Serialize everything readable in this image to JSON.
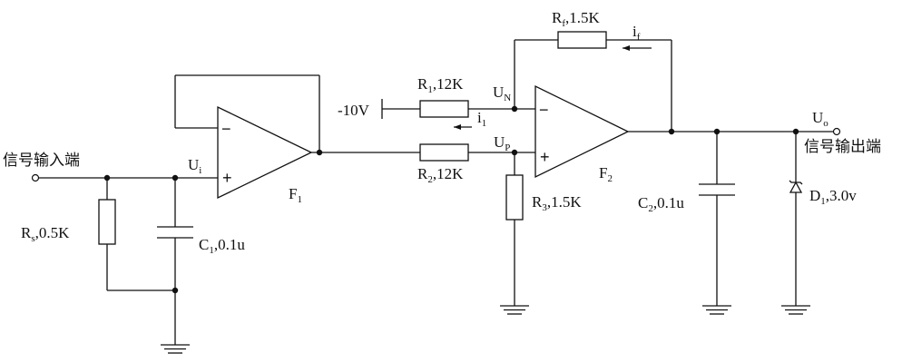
{
  "terminals": {
    "input": "信号输入端",
    "output": "信号输出端"
  },
  "nodes": {
    "ui": {
      "main": "U",
      "sub": "i"
    },
    "un": {
      "main": "U",
      "sub": "N"
    },
    "up": {
      "main": "U",
      "sub": "P"
    },
    "uo": {
      "main": "U",
      "sub": "o"
    }
  },
  "amplifiers": {
    "f1": {
      "main": "F",
      "sub": "1",
      "minus": "−",
      "plus": "+"
    },
    "f2": {
      "main": "F",
      "sub": "2",
      "minus": "−",
      "plus": "+"
    }
  },
  "components": {
    "rs": {
      "main": "R",
      "sub": "s",
      "value": ",0.5K"
    },
    "c1": {
      "main": "C",
      "sub": "1",
      "value": ",0.1u"
    },
    "r1": {
      "main": "R",
      "sub": "1",
      "value": ",12K"
    },
    "r2": {
      "main": "R",
      "sub": "2",
      "value": ",12K"
    },
    "r3": {
      "main": "R",
      "sub": "3",
      "value": ",1.5K"
    },
    "rf": {
      "main": "R",
      "sub": "f",
      "value": ",1.5K"
    },
    "c2": {
      "main": "C",
      "sub": "2",
      "value": ",0.1u"
    },
    "d1": {
      "main": "D",
      "sub": "1",
      "value": ",3.0v"
    }
  },
  "supply": {
    "label": "-10V"
  },
  "currents": {
    "i1": {
      "main": "i",
      "sub": "1"
    },
    "if": {
      "main": "i",
      "sub": "f"
    }
  }
}
